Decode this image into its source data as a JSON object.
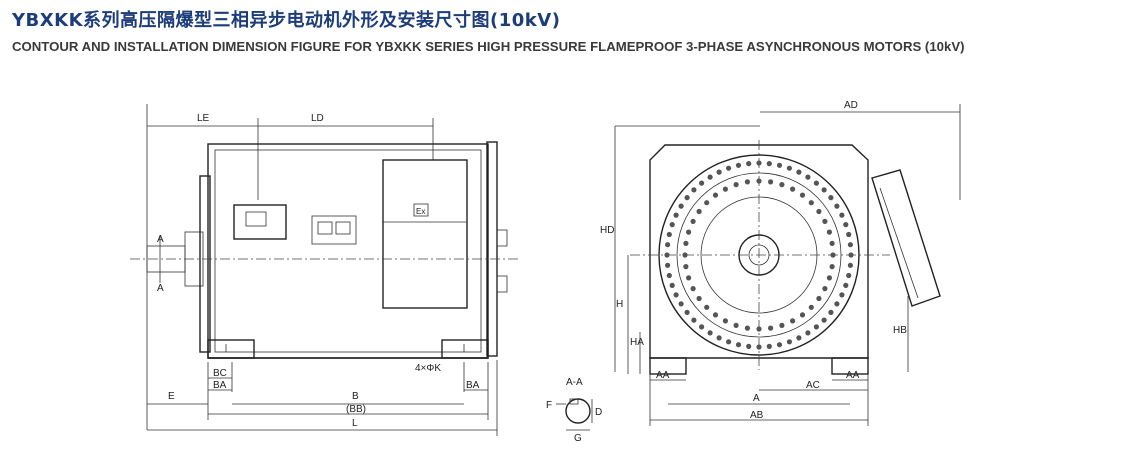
{
  "header": {
    "title_zh": "YBXKK系列高压隔爆型三相异步电动机外形及安装尺寸图(10kV)",
    "title_en": "CONTOUR AND INSTALLATION DIMENSION FIGURE FOR YBXKK SERIES HIGH PRESSURE  FLAMEPROOF 3-PHASE ASYNCHRONOUS MOTORS (10kV)"
  },
  "side_view": {
    "labels": {
      "le": "LE",
      "ld": "LD",
      "a_top": "A",
      "a_bottom": "A",
      "bc": "BC",
      "ba_left": "BA",
      "ba_right": "BA",
      "e": "E",
      "b": "B",
      "bb": "(BB)",
      "l": "L",
      "holes": "4×ΦK",
      "nameplate": "Ex"
    }
  },
  "end_view": {
    "labels": {
      "ad": "AD",
      "hd": "HD",
      "h": "H",
      "ha": "HA",
      "hb": "HB",
      "aa_left": "AA",
      "aa_right": "AA",
      "ac": "AC",
      "a": "A",
      "ab": "AB"
    }
  },
  "section": {
    "labels": {
      "title": "A-A",
      "f": "F",
      "d": "D",
      "g": "G"
    }
  }
}
